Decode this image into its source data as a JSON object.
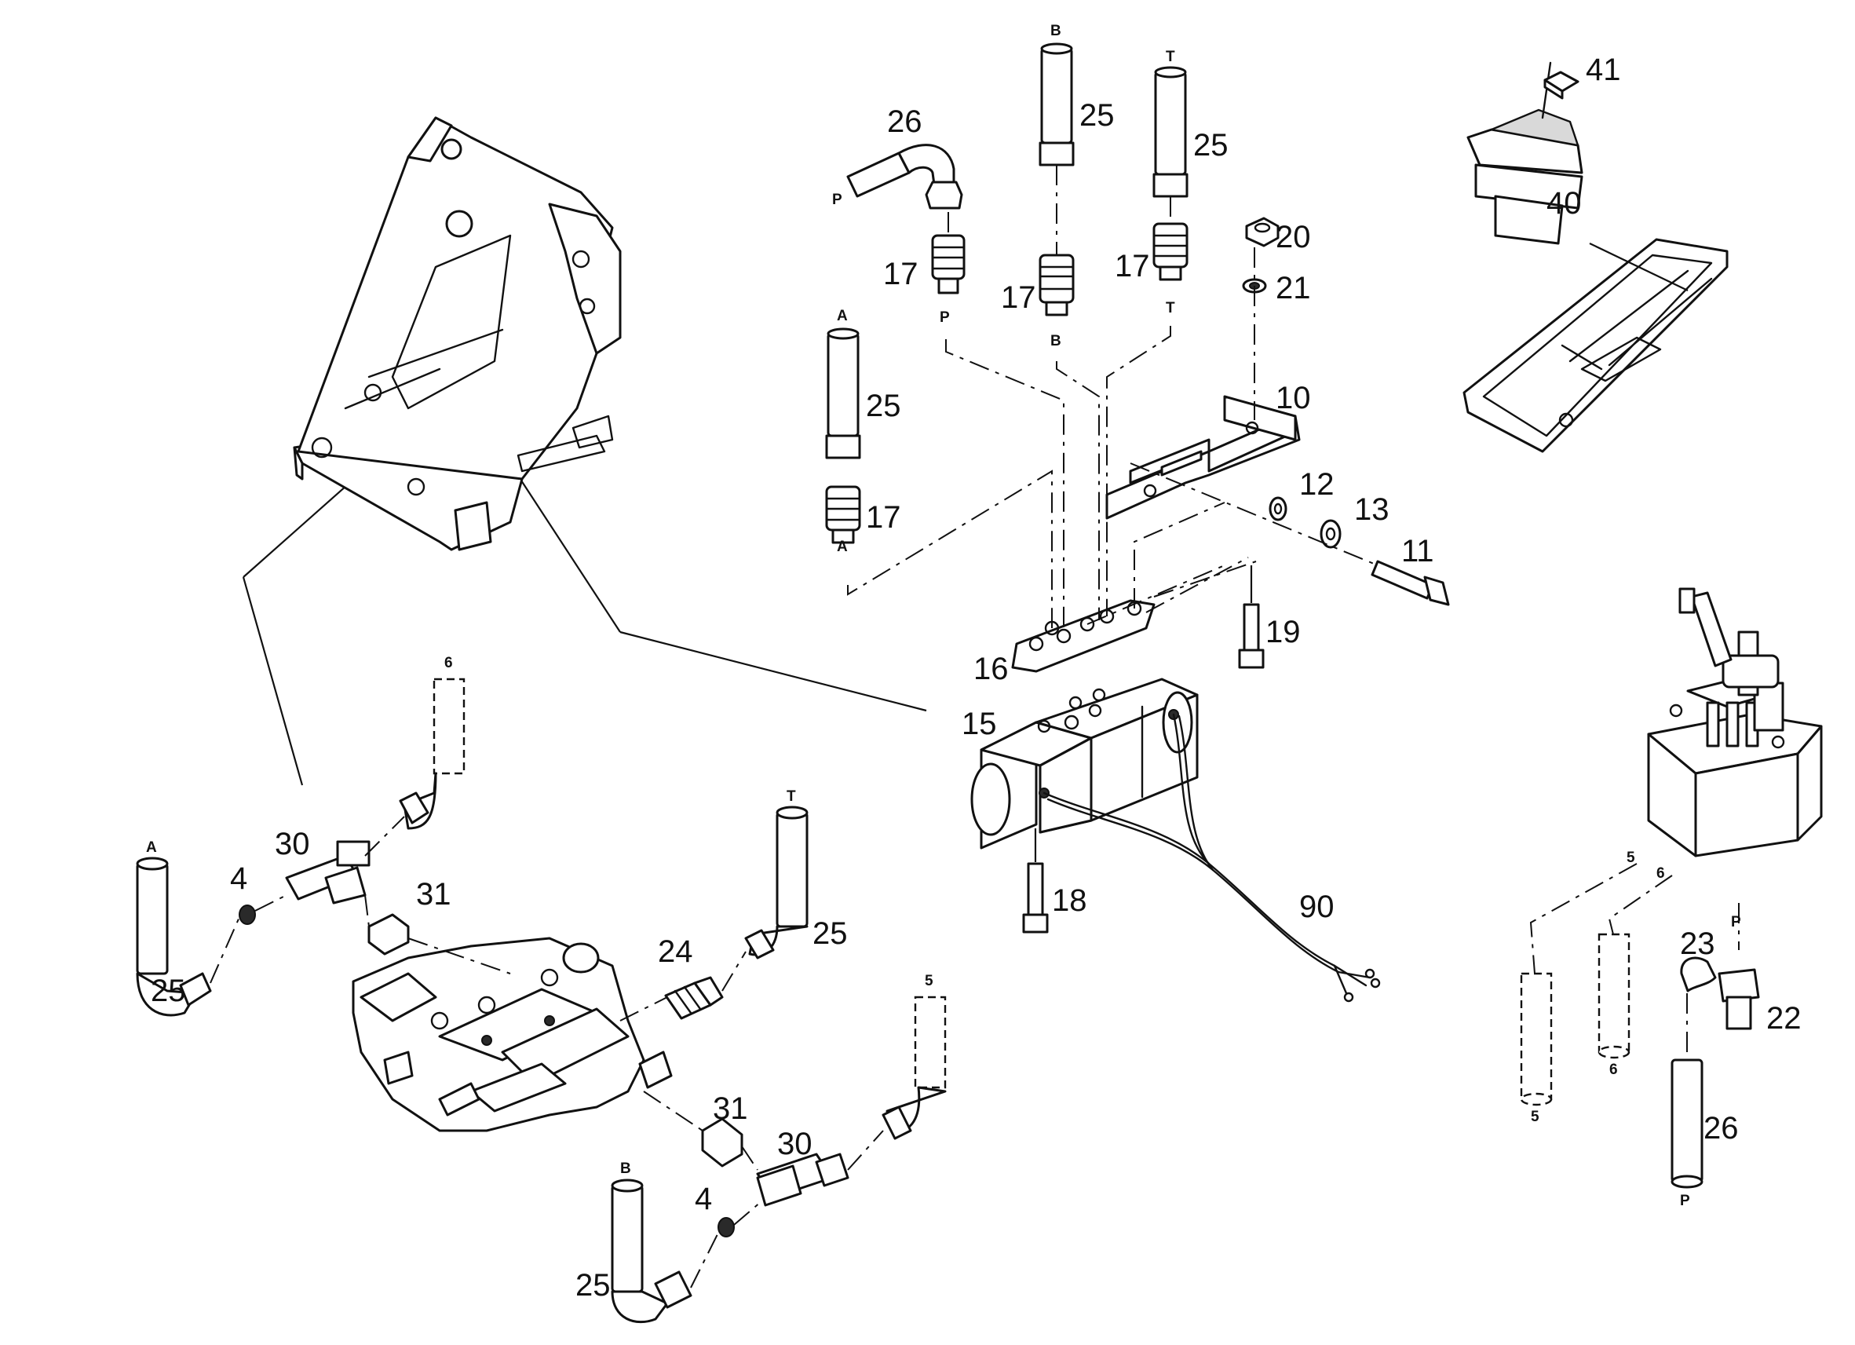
{
  "callouts": {
    "c41": "41",
    "c40": "40",
    "c26_top": "26",
    "c25_b": "25",
    "c25_t": "25",
    "c20": "20",
    "c21": "21",
    "c17_p": "17",
    "c17_b": "17",
    "c17_t": "17",
    "c10": "10",
    "c25_a": "25",
    "c17_a": "17",
    "c12": "12",
    "c13": "13",
    "c11": "11",
    "c19": "19",
    "c16": "16",
    "c15": "15",
    "c18": "18",
    "c90": "90",
    "c30_top": "30",
    "c4_top": "4",
    "c31_top": "31",
    "c25_left": "25",
    "c24": "24",
    "c25_mid": "25",
    "c31_bot": "31",
    "c30_bot": "30",
    "c4_bot": "4",
    "c25_bot": "25",
    "c23": "23",
    "c22": "22",
    "c26_right": "26"
  },
  "ports": {
    "p_26_top": "P",
    "p_25_b": "B",
    "p_25_t": "T",
    "p_17_p": "P",
    "p_17_b": "B",
    "p_17_t": "T",
    "p_25_a": "A",
    "p_17_a": "A",
    "p_hose6_top": "6",
    "p_hoseA_left": "A",
    "p_hoseT_mid": "T",
    "p_hose5_top": "5",
    "p_hoseB_bot": "B",
    "p_pump5": "5",
    "p_pump6": "6",
    "p_pumpP": "P",
    "p_hose5_bot": "5",
    "p_hose6_bot": "6",
    "p_hoseP_bot": "P"
  }
}
